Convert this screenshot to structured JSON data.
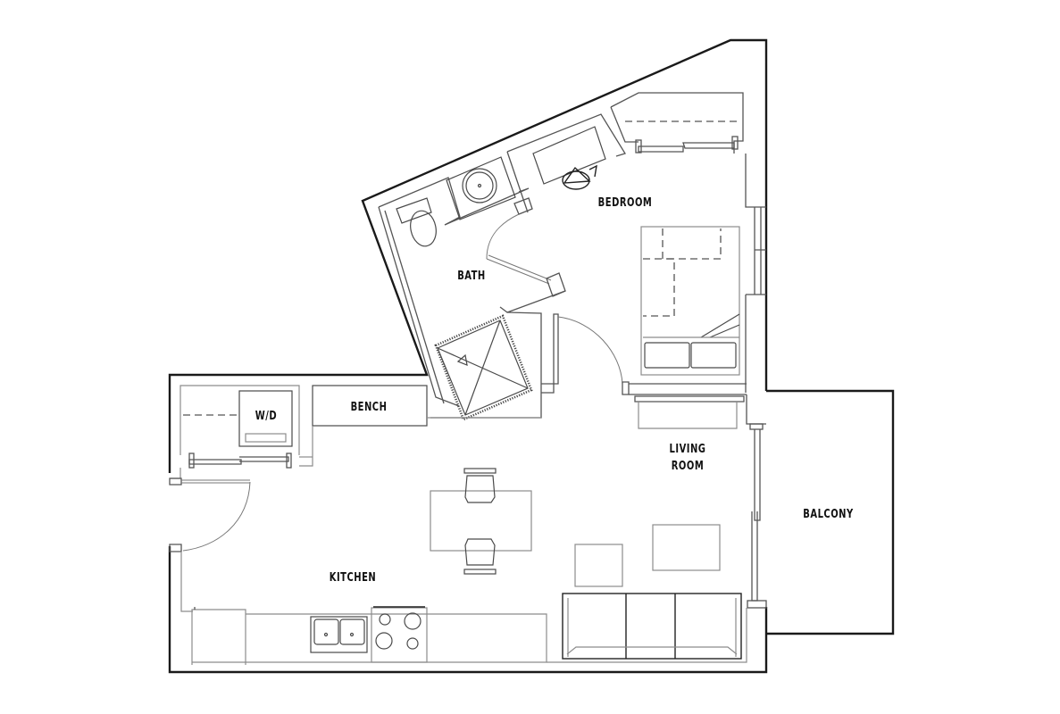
{
  "plan": {
    "type": "apartment floor plan",
    "colors": {
      "wall": "#1a1a1a",
      "fixture": "#4a4a4a",
      "background": "#ffffff"
    }
  },
  "rooms": {
    "bedroom": {
      "label": "BEDROOM"
    },
    "bath": {
      "label": "BATH"
    },
    "bench": {
      "label": "BENCH"
    },
    "washer_dryer": {
      "label": "W/D"
    },
    "living_room": {
      "line1": "LIVING",
      "line2": "ROOM"
    },
    "kitchen": {
      "label": "KITCHEN"
    },
    "balcony": {
      "label": "BALCONY"
    }
  }
}
